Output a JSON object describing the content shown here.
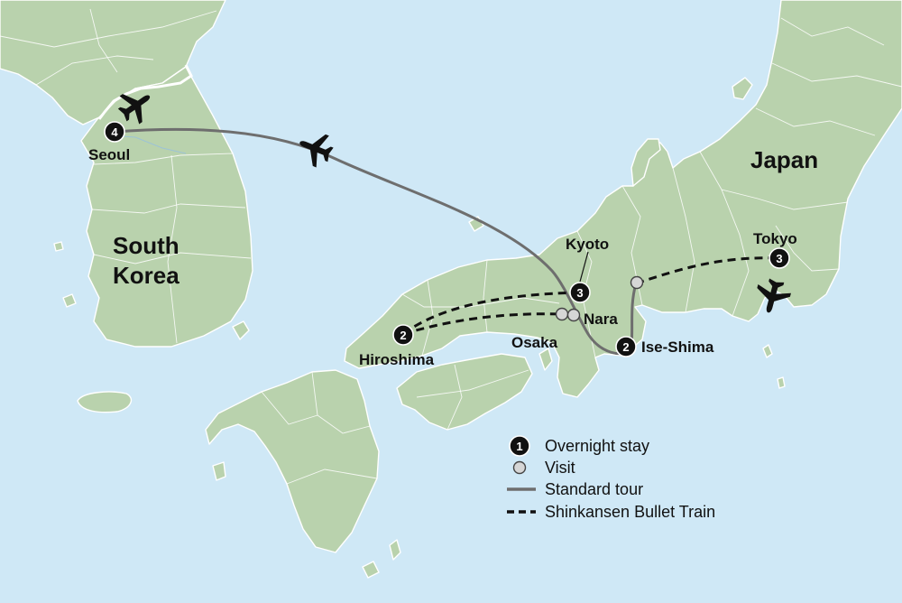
{
  "countries": {
    "south_korea": {
      "line1": "South",
      "line2": "Korea"
    },
    "japan": "Japan"
  },
  "overnights": [
    {
      "city": "Seoul",
      "nights": "4"
    },
    {
      "city": "Kyoto",
      "nights": "3"
    },
    {
      "city": "Hiroshima",
      "nights": "2"
    },
    {
      "city": "Ise-Shima",
      "nights": "2"
    },
    {
      "city": "Tokyo",
      "nights": "3"
    }
  ],
  "visits": [
    "Osaka",
    "Nara"
  ],
  "legend": {
    "overnight_stay": "Overnight stay",
    "overnight_badge": "1",
    "visit": "Visit",
    "standard_tour": "Standard tour",
    "bullet_train": "Shinkansen Bullet Train"
  },
  "colors": {
    "sea": "#cfe8f6",
    "land": "#b9d2ad",
    "borders": "#ffffff",
    "standard_tour": "#6e6e6e",
    "bullet_train": "#111111",
    "badge": "#111111",
    "visit_dot": "#d6d6d6"
  },
  "icons": [
    "airplane-icon",
    "overnight-badge-icon",
    "visit-dot-icon"
  ]
}
